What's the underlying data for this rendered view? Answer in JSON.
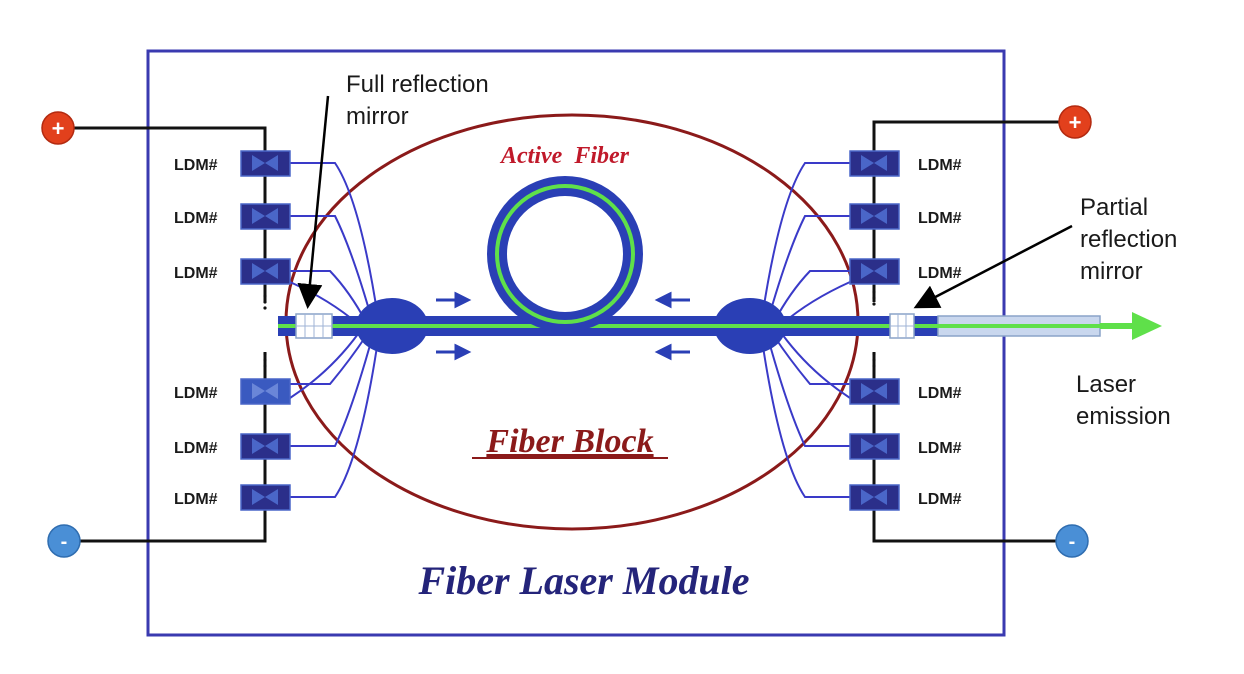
{
  "labels": {
    "full_reflection_line1": "Full reflection",
    "full_reflection_line2": "mirror",
    "partial_reflection_line1": "Partial",
    "partial_reflection_line2": "reflection",
    "partial_reflection_line3": "mirror",
    "laser_emission_line1": "Laser",
    "laser_emission_line2": "emission",
    "active_fiber": "Active  Fiber",
    "fiber_block": "Fiber Block",
    "module_title": "Fiber Laser Module",
    "plus_sign": "+",
    "minus_sign": "-",
    "ldm": "LDM#"
  },
  "colors": {
    "frame": "#3a3ab0",
    "ellipse": "#8b1a1a",
    "ldm_fill": "#2b2f8a",
    "fiber_blue": "#2a3fb5",
    "fiber_green": "#5fe04a",
    "terminal_plus": "#e2401c",
    "terminal_minus": "#4a8fd6",
    "active_fiber_text": "#c0192a",
    "fiber_block_text": "#8b1a1a",
    "module_text": "#24247a"
  }
}
